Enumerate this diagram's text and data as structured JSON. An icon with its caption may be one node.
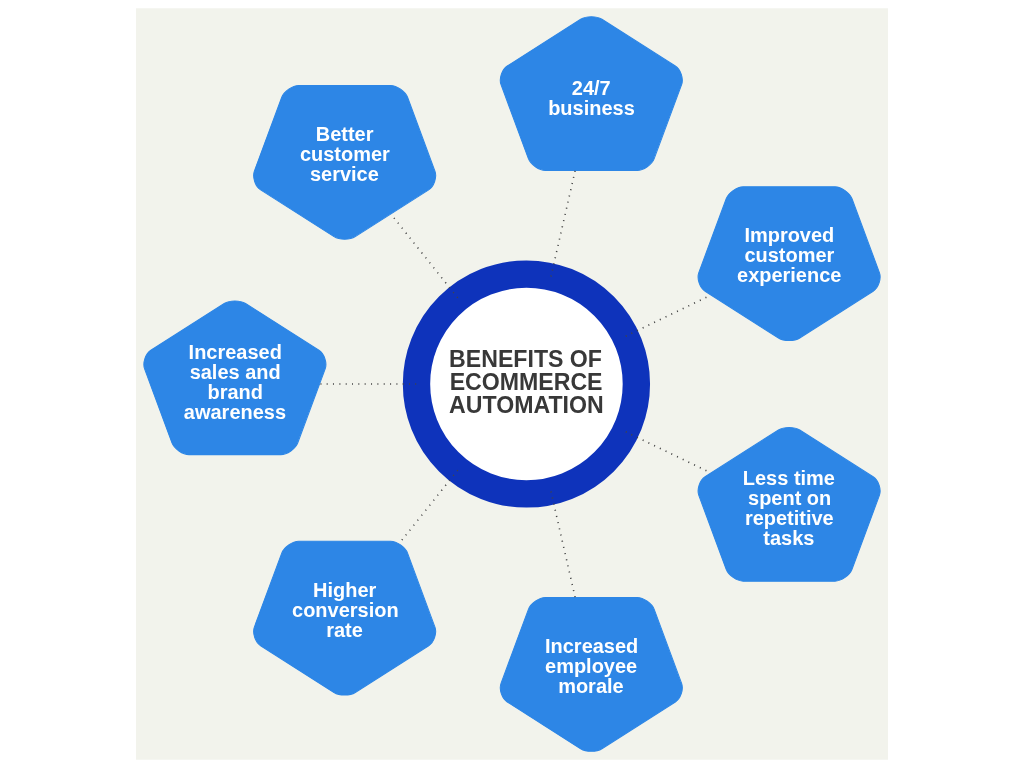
{
  "diagram": {
    "nodes": [
      {
        "text": [
          "24/7 business"
        ]
      },
      {
        "text": [
          "Better customer service"
        ]
      },
      {
        "text": [
          "Improved customer experience"
        ]
      },
      {
        "text": [
          "Increased sales and brand awareness"
        ]
      },
      {
        "text": [
          "Less time spent on repetitive tasks"
        ]
      },
      {
        "text": [
          "BENEFITS OF ECOMMERCE AUTOMATION"
        ]
      },
      {
        "text": [
          "Higher conversion rate"
        ]
      },
      {
        "text": [
          "Increased employee morale"
        ]
      }
    ],
    "edges": [
      {
        "from": 5,
        "to": 6,
        "arrow": "none",
        "style": "dashed"
      },
      {
        "from": 5,
        "to": 3,
        "arrow": "none",
        "style": "dashed"
      },
      {
        "from": 5,
        "to": 1,
        "arrow": "none",
        "style": "dashed"
      },
      {
        "from": 5,
        "to": 0,
        "arrow": "none",
        "style": "dashed"
      },
      {
        "from": 5,
        "to": 2,
        "arrow": "none",
        "style": "dashed"
      },
      {
        "from": 5,
        "to": 4,
        "arrow": "none",
        "style": "dashed"
      },
      {
        "from": 5,
        "to": 7,
        "arrow": "none",
        "style": "dashed"
      }
    ]
  }
}
